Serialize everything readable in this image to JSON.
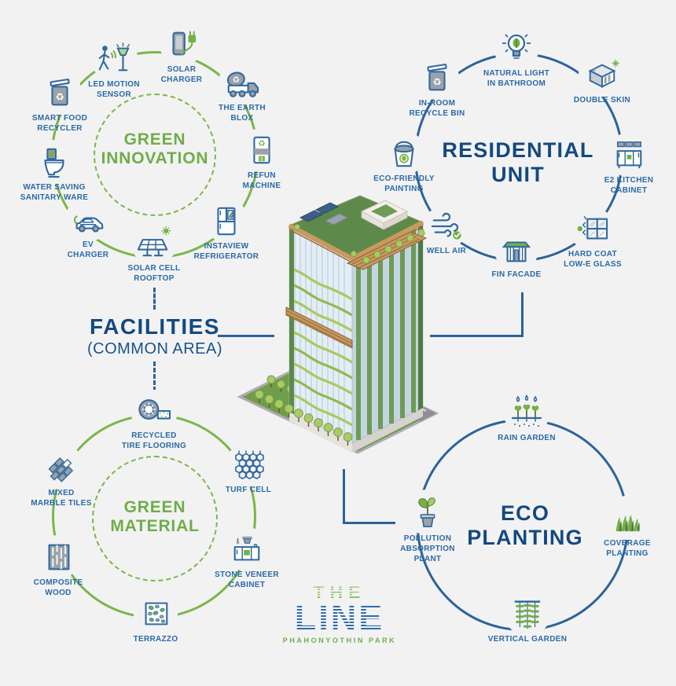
{
  "palette": {
    "background": "#f2f2f3",
    "green_title": "#70ad49",
    "navy_title": "#14497f",
    "label_blue": "#2a6aa5",
    "ring_green": "#7cb649",
    "ring_navy": "#2c6399"
  },
  "sections": {
    "green_innovation": {
      "title_line1": "GREEN",
      "title_line2": "INNOVATION",
      "items": [
        {
          "icon": "smart-food-recycler-icon",
          "label": "SMART FOOD\nRECYCLER"
        },
        {
          "icon": "led-motion-sensor-icon",
          "label": "LED MOTION\nSENSOR"
        },
        {
          "icon": "solar-charger-icon",
          "label": "SOLAR\nCHARGER"
        },
        {
          "icon": "the-earth-blox-icon",
          "label": "THE EARTH\nBLOX"
        },
        {
          "icon": "refun-machine-icon",
          "label": "REFUN\nMACHINE"
        },
        {
          "icon": "instaview-refrigerator-icon",
          "label": "INSTAVIEW\nREFRIGERATOR"
        },
        {
          "icon": "solar-cell-rooftop-icon",
          "label": "SOLAR CELL\nROOFTOP"
        },
        {
          "icon": "ev-charger-icon",
          "label": "EV\nCHARGER"
        },
        {
          "icon": "water-saving-sanitary-ware-icon",
          "label": "WATER SAVING\nSANITARY WARE"
        }
      ]
    },
    "residential_unit": {
      "title_line1": "RESIDENTIAL",
      "title_line2": "UNIT",
      "items": [
        {
          "icon": "in-room-recycle-bin-icon",
          "label": "IN-ROOM\nRECYCLE BIN"
        },
        {
          "icon": "natural-light-in-bathroom-icon",
          "label": "NATURAL LIGHT\nIN BATHROOM"
        },
        {
          "icon": "double-skin-icon",
          "label": "DOUBLE SKIN"
        },
        {
          "icon": "e2-kitchen-cabinet-icon",
          "label": "E2 KITCHEN\nCABINET"
        },
        {
          "icon": "hard-coat-low-e-glass-icon",
          "label": "HARD COAT\nLOW-E GLASS"
        },
        {
          "icon": "fin-facade-icon",
          "label": "FIN FACADE"
        },
        {
          "icon": "well-air-icon",
          "label": "WELL AIR"
        },
        {
          "icon": "eco-friendly-painting-icon",
          "label": "ECO-FRIENDLY\nPAINTING"
        }
      ]
    },
    "green_material": {
      "title_line1": "GREEN",
      "title_line2": "MATERIAL",
      "items": [
        {
          "icon": "recycled-tire-flooring-icon",
          "label": "RECYCLED\nTIRE FLOORING"
        },
        {
          "icon": "turf-cell-icon",
          "label": "TURF CELL"
        },
        {
          "icon": "stone-veneer-cabinet-icon",
          "label": "STONE VENEER\nCABINET"
        },
        {
          "icon": "terrazzo-icon",
          "label": "TERRAZZO"
        },
        {
          "icon": "composite-wood-icon",
          "label": "COMPOSITE\nWOOD"
        },
        {
          "icon": "mixed-marble-tiles-icon",
          "label": "MIXED\nMARBLE TILES"
        }
      ]
    },
    "eco_planting": {
      "title_line1": "ECO",
      "title_line2": "PLANTING",
      "items": [
        {
          "icon": "rain-garden-icon",
          "label": "RAIN GARDEN"
        },
        {
          "icon": "coverage-planting-icon",
          "label": "COVERAGE\nPLANTING"
        },
        {
          "icon": "vertical-garden-icon",
          "label": "VERTICAL GARDEN"
        },
        {
          "icon": "pollution-absorption-plant-icon",
          "label": "POLLUTION\nABSORPTION\nPLANT"
        }
      ]
    }
  },
  "facilities": {
    "title": "FACILITIES",
    "subtitle": "(COMMON AREA)"
  },
  "logo": {
    "word1": "THE",
    "word2": "LINE",
    "tagline": "PHAHONYOTHIN PARK"
  },
  "center_illustration": "green residential tower with rooftop garden, lawn, trees and road"
}
